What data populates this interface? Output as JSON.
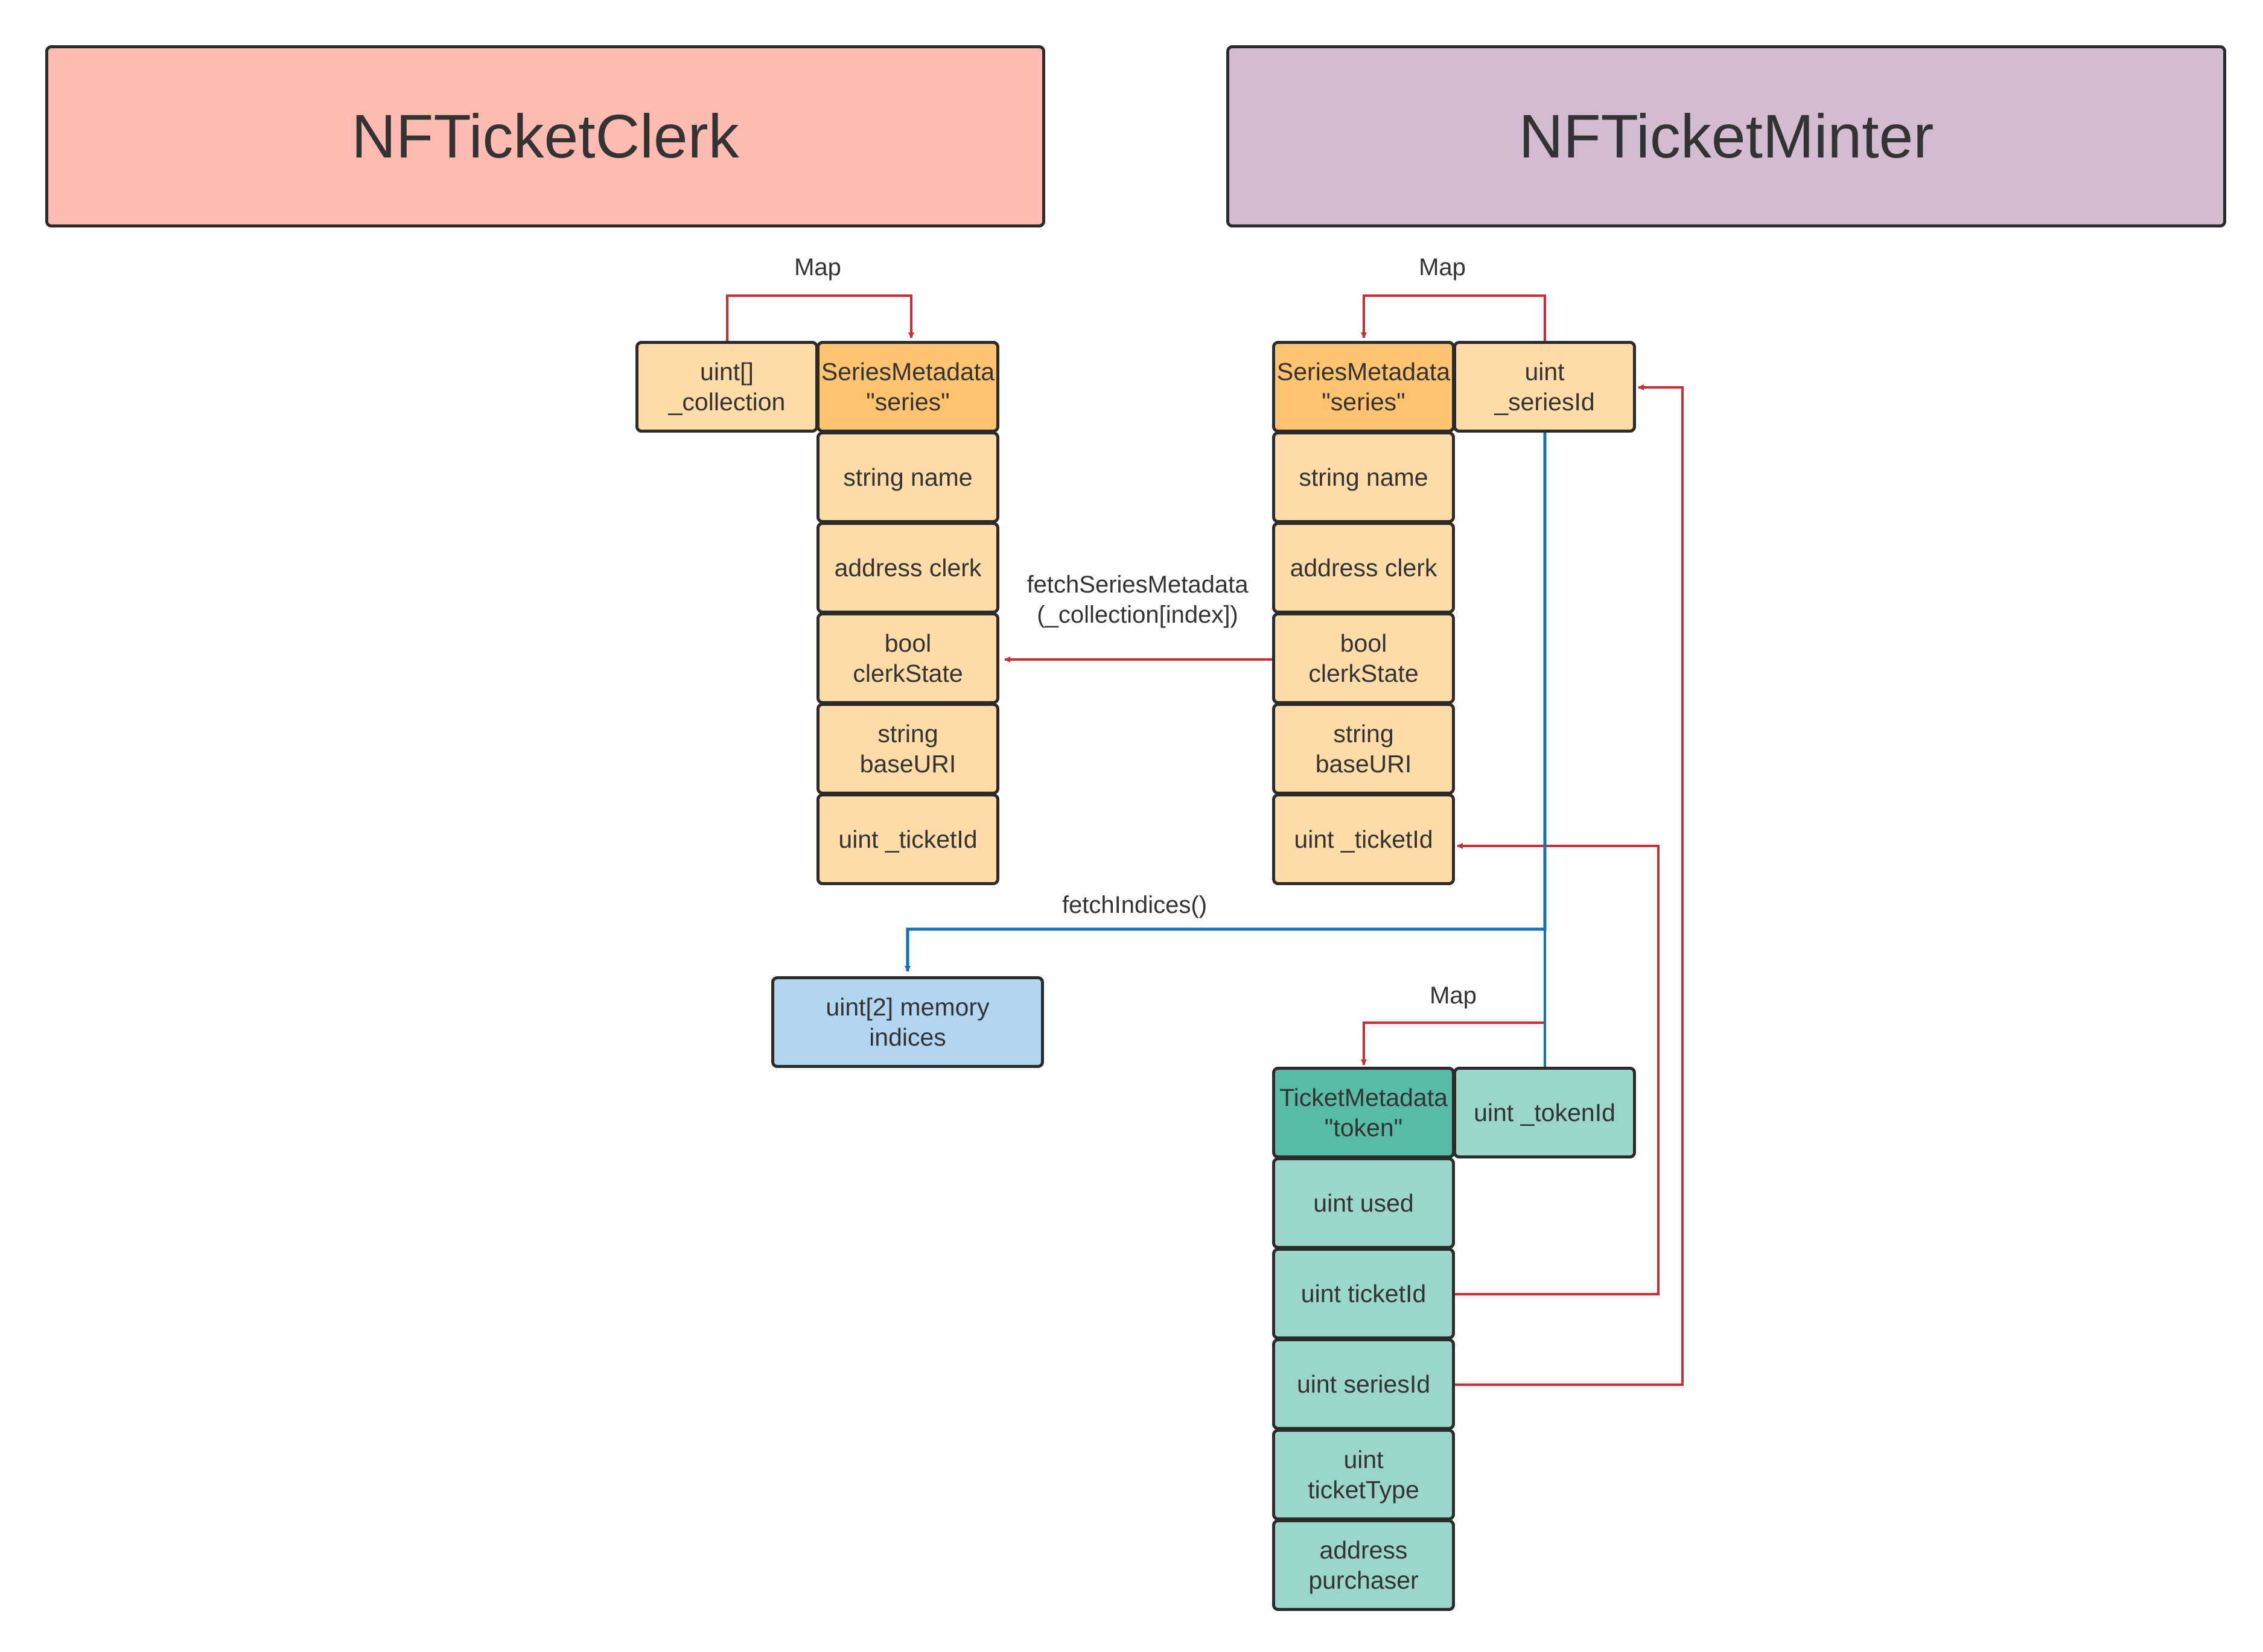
{
  "colors": {
    "clerk_header": "#ffbbb1",
    "minter_header": "#d3bcd1",
    "series_cell": "#ffdba8",
    "series_head": "#ffc26e",
    "memory_cell": "#b2d6f0",
    "ticket_cell": "#9bd6cb",
    "ticket_head": "#58bba5",
    "arrow_red": "#c92d39",
    "arrow_blue": "#1071b5"
  },
  "headers": {
    "clerk": "NFTicketClerk",
    "minter": "NFTicketMinter"
  },
  "clerk": {
    "collection_key": "uint[]\n_collection",
    "series_head": "SeriesMetadata\n\"series\"",
    "fields": [
      "string name",
      "address clerk",
      "bool\nclerkState",
      "string\nbaseURI",
      "uint _ticketId"
    ],
    "memory": "uint[2] memory\nindices"
  },
  "minter": {
    "series_head": "SeriesMetadata\n\"series\"",
    "series_key": "uint\n_seriesId",
    "fields": [
      "string name",
      "address clerk",
      "bool\nclerkState",
      "string\nbaseURI",
      "uint _ticketId"
    ],
    "ticket_head": "TicketMetadata\n\"token\"",
    "token_key": "uint  _tokenId",
    "ticket_fields": [
      "uint used",
      "uint ticketId",
      "uint seriesId",
      "uint\nticketType",
      "address\npurchaser"
    ]
  },
  "labels": {
    "map_clerk": "Map",
    "map_minter": "Map",
    "map_token": "Map",
    "fetch_series": "fetchSeriesMetadata\n(_collection[index])",
    "fetch_indices": "fetchIndices()"
  }
}
